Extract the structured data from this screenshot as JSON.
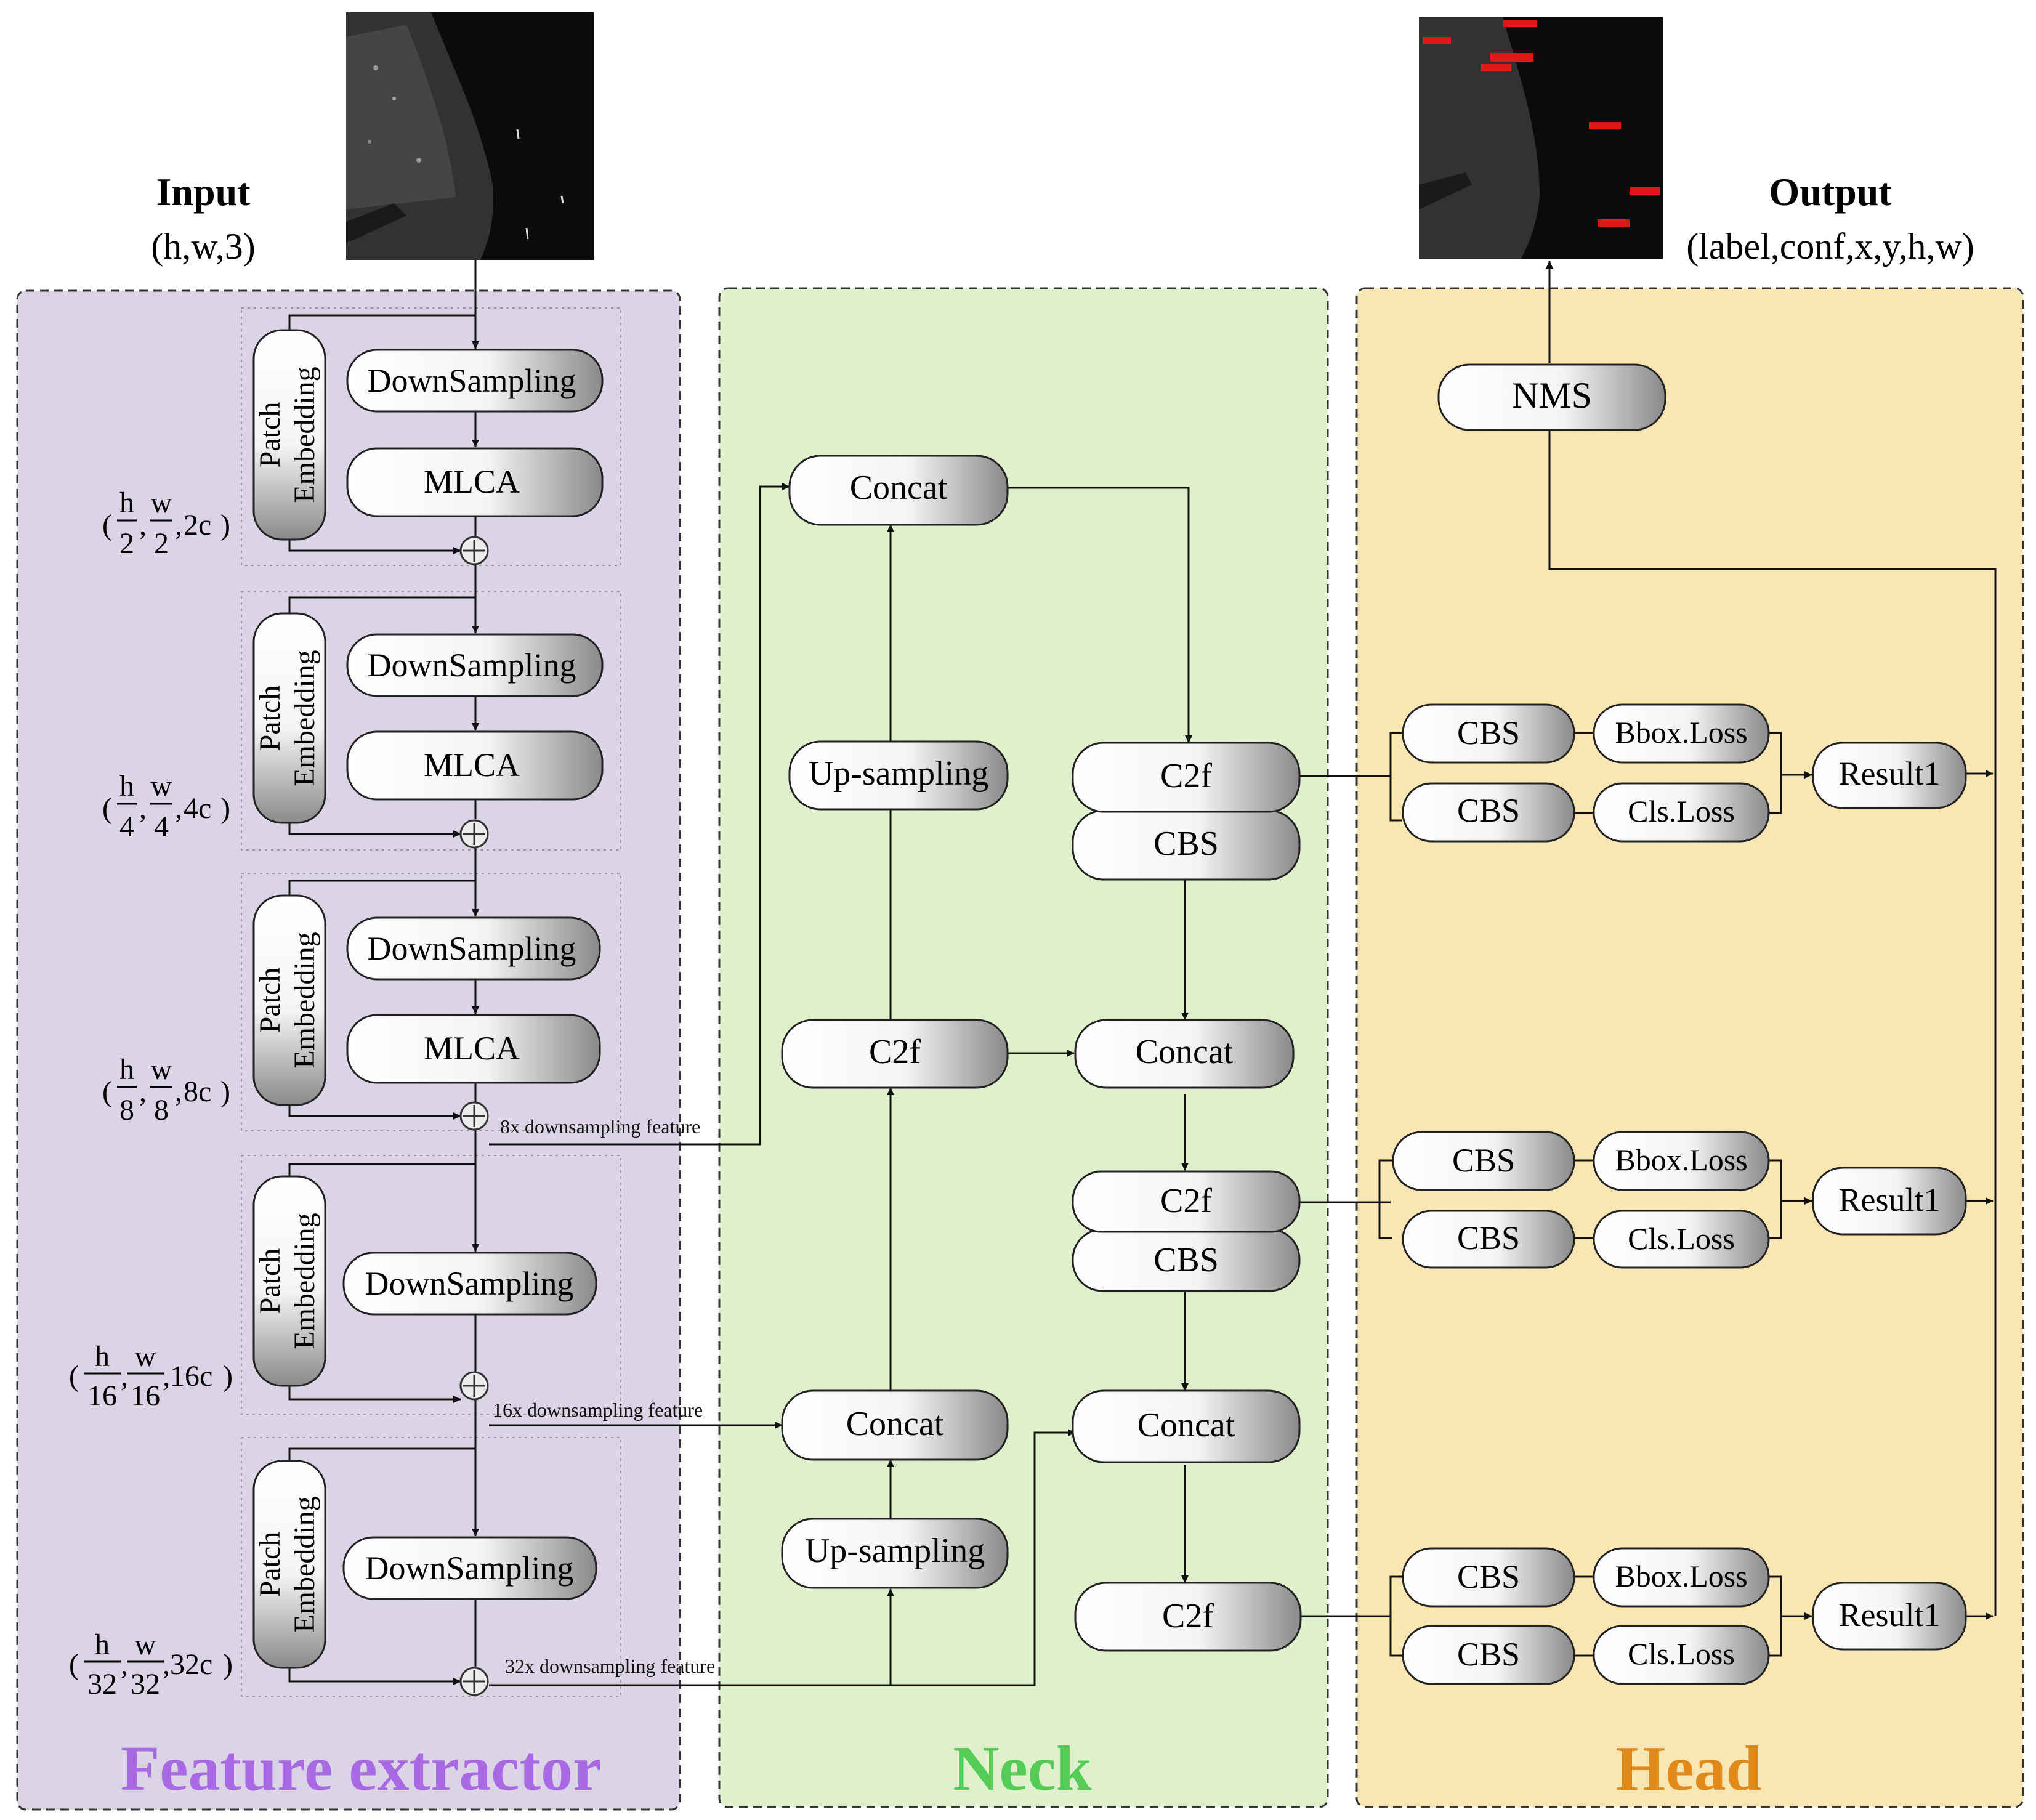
{
  "input": {
    "title": "Input",
    "shape": "(h,w,3)"
  },
  "output": {
    "title": "Output",
    "shape": "(label,conf,x,y,h,w)",
    "box_color": "#e01818"
  },
  "sections": {
    "feature_extractor": {
      "label": "Feature extractor",
      "bg": "#dbd4e6",
      "label_color": "#a968e4"
    },
    "neck": {
      "label": "Neck",
      "bg": "#def0cc",
      "label_color": "#55cc55"
    },
    "head": {
      "label": "Head",
      "bg": "#fae6b3",
      "label_color": "#e08a1c"
    }
  },
  "backbone": {
    "patch_embedding_line1": "Patch",
    "patch_embedding_line2": "Embedding",
    "stages": [
      {
        "blocks": [
          "DownSampling",
          "MLCA"
        ],
        "shape": {
          "num_h": "h",
          "den_h": "2",
          "num_w": "w",
          "den_w": "2",
          "ch": "2c"
        }
      },
      {
        "blocks": [
          "DownSampling",
          "MLCA"
        ],
        "shape": {
          "num_h": "h",
          "den_h": "4",
          "num_w": "w",
          "den_w": "4",
          "ch": "4c"
        }
      },
      {
        "blocks": [
          "DownSampling",
          "MLCA"
        ],
        "shape": {
          "num_h": "h",
          "den_h": "8",
          "num_w": "w",
          "den_w": "8",
          "ch": "8c"
        }
      },
      {
        "blocks": [
          "DownSampling"
        ],
        "shape": {
          "num_h": "h",
          "den_h": "16",
          "num_w": "w",
          "den_w": "16",
          "ch": "16c"
        }
      },
      {
        "blocks": [
          "DownSampling"
        ],
        "shape": {
          "num_h": "h",
          "den_h": "32",
          "num_w": "w",
          "den_w": "32",
          "ch": "32c"
        }
      }
    ],
    "features": [
      "8x downsampling feature",
      "16x downsampling feature",
      "32x downsampling feature"
    ]
  },
  "neck": {
    "concat": "Concat",
    "upsampling": "Up-sampling",
    "c2f": "C2f",
    "cbs": "CBS"
  },
  "head": {
    "nms": "NMS",
    "cbs": "CBS",
    "bbox_loss": "Bbox.Loss",
    "cls_loss": "Cls.Loss",
    "result": "Result1"
  }
}
